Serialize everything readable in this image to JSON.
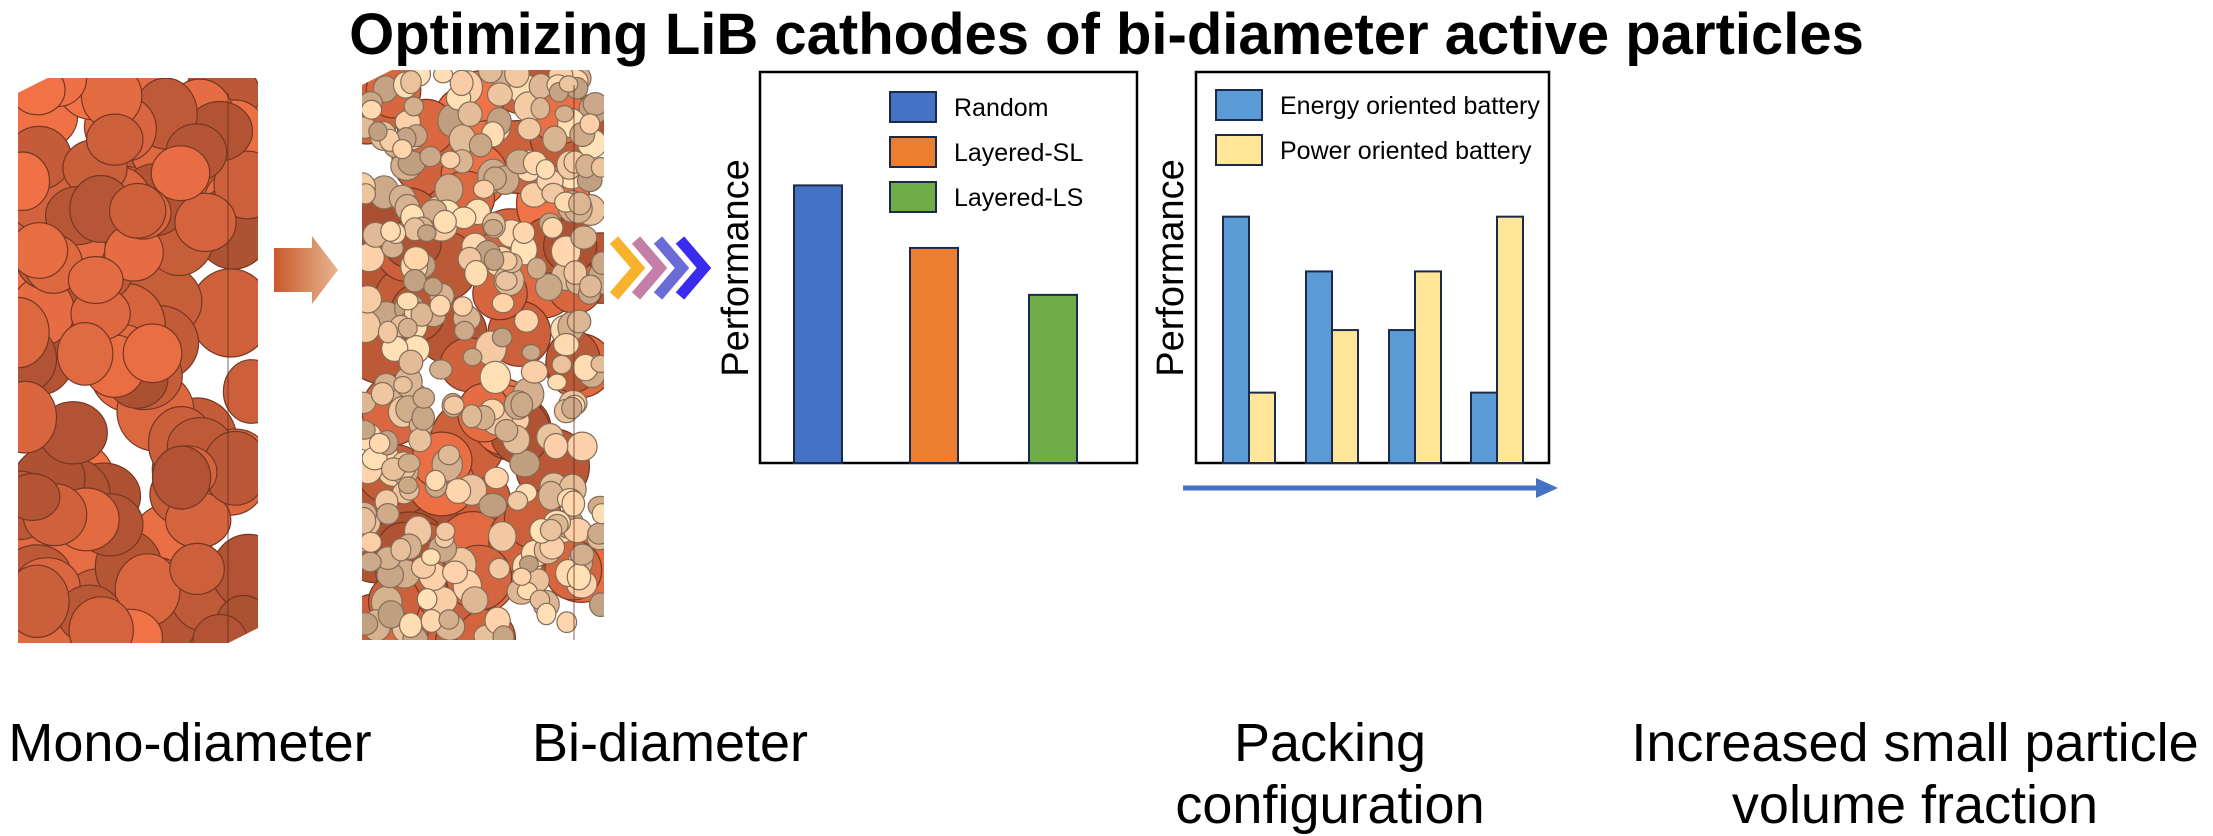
{
  "title": "Optimizing LiB cathodes of bi-diameter active particles",
  "labels": {
    "mono": "Mono-diameter",
    "bi": "Bi-diameter",
    "packing_line1": "Packing",
    "packing_line2": "configuration",
    "increased_line1": "Increased small particle",
    "increased_line2": "volume fraction"
  },
  "colors": {
    "large_particle": "#D4643E",
    "small_particle": "#EFC6A0",
    "arrow_gradient": [
      "#C85A2C",
      "#E8B590"
    ],
    "chevrons": [
      "#F7B32B",
      "#C47FA8",
      "#6B6BD8",
      "#3A2BEF"
    ],
    "axis_arrow": "#4472C4"
  },
  "chart_data": [
    {
      "type": "bar",
      "ylabel": "Performance",
      "xlabel": "Packing configuration",
      "categories": [
        "Random",
        "Layered-SL",
        "Layered-LS"
      ],
      "values": [
        0.71,
        0.55,
        0.43
      ],
      "ylim": [
        0,
        1
      ],
      "series_colors": [
        "#4472C4",
        "#ED7D31",
        "#70AD47"
      ],
      "legend": [
        "Random",
        "Layered-SL",
        "Layered-LS"
      ],
      "legend_position": "top-right",
      "grid": false
    },
    {
      "type": "bar",
      "ylabel": "Performance",
      "xlabel": "Increased small particle volume fraction",
      "categories": [
        "",
        "",
        "",
        ""
      ],
      "series": [
        {
          "name": "Energy oriented battery",
          "values": [
            0.63,
            0.49,
            0.34,
            0.18
          ],
          "color": "#5B9BD5"
        },
        {
          "name": "Power oriented battery",
          "values": [
            0.18,
            0.34,
            0.49,
            0.63
          ],
          "color": "#FFE699"
        }
      ],
      "ylim": [
        0,
        1
      ],
      "legend_position": "top",
      "grid": false
    }
  ]
}
